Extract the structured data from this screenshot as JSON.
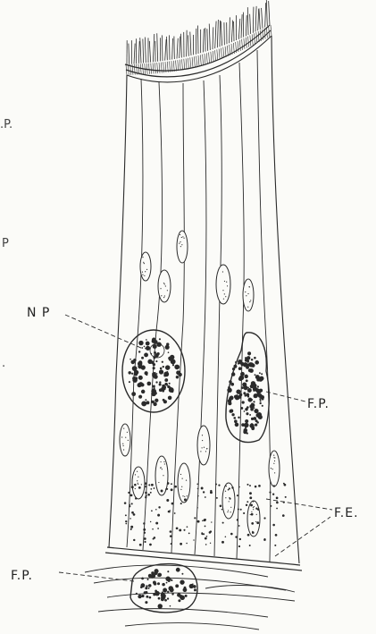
{
  "figure": {
    "labels": {
      "np": "N P",
      "fp_right": "F.P.",
      "fe": "F.E.",
      "fp_bottom": "F.P."
    },
    "edge_fragments": {
      "top": ".P.",
      "middle": "P",
      "lower": "."
    },
    "colors": {
      "ink": "#2a2a2a",
      "paper": "#fbfbf8"
    }
  }
}
